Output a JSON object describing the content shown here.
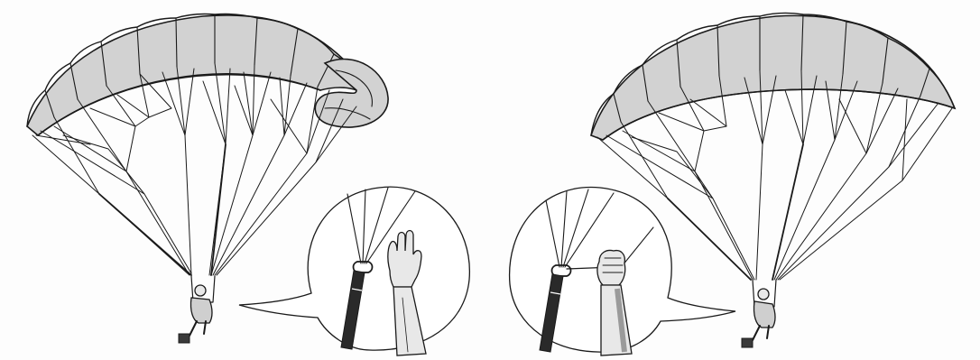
{
  "figure": {
    "panels": [
      {
        "id": "left",
        "canopy_state": "tip-fold",
        "hand_state": "open-palm-released"
      },
      {
        "id": "right",
        "canopy_state": "recovered",
        "hand_state": "fist-pulling-line"
      }
    ],
    "colors": {
      "ink": "#1a1a1a",
      "canopy_fill": "#d2d2d2",
      "sleeve": "#e8e8e8",
      "riser_dark": "#2a2a2a",
      "background": "#fdfdfd"
    }
  }
}
